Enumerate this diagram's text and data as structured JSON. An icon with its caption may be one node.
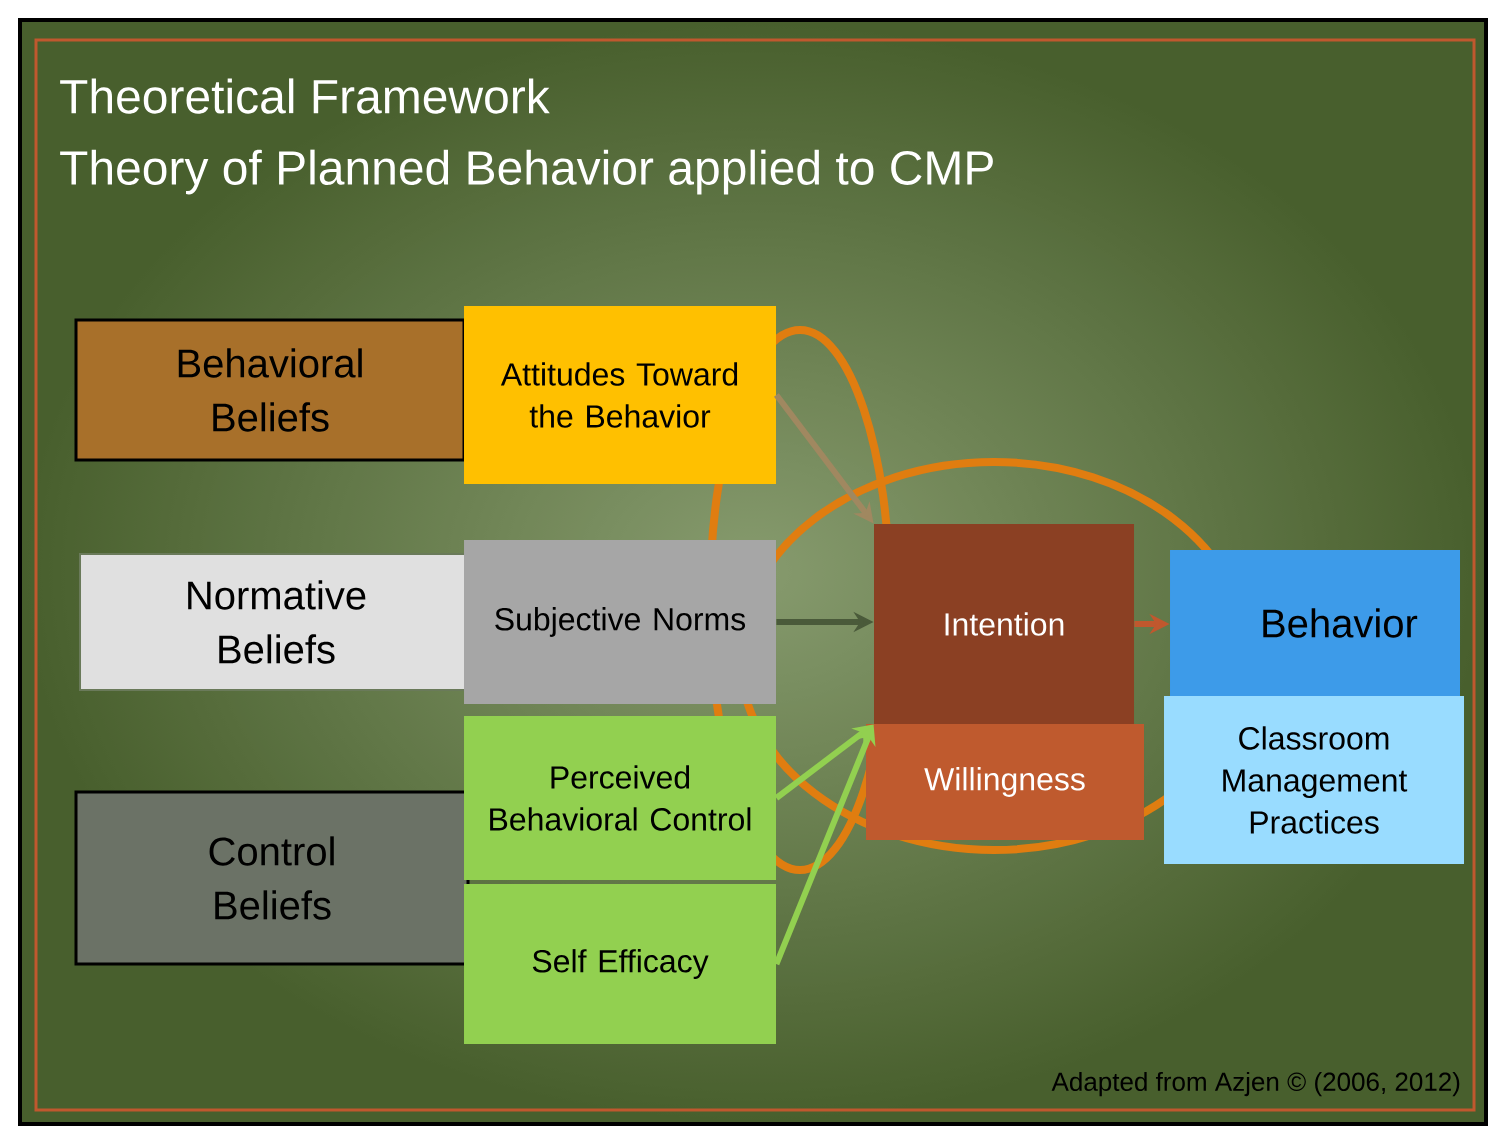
{
  "diagram": {
    "title": "Theoretical Framework",
    "nodes": [
      {
        "text": [
          "Behavioral Beliefs"
        ]
      },
      {
        "text": [
          "Attitudes Toward the Behavior"
        ]
      },
      {
        "text": [
          "Normative Beliefs"
        ]
      },
      {
        "text": [
          "Subjective Norms"
        ]
      },
      {
        "text": [
          "Control Beliefs"
        ]
      },
      {
        "text": [
          "Perceived Behavioral Control"
        ]
      },
      {
        "text": [
          "Self Efficacy"
        ]
      },
      {
        "text": [
          "Intention"
        ]
      },
      {
        "text": [
          "Willingness"
        ]
      },
      {
        "text": [
          "Behavior"
        ]
      },
      {
        "text": [
          "Classroom Management Practices"
        ]
      }
    ],
    "edges": [
      {
        "from": 1,
        "to": 7,
        "arrow": "to",
        "color": "#a08860"
      },
      {
        "from": 3,
        "to": 7,
        "arrow": "to",
        "color": "#4a5a3a"
      },
      {
        "from": 5,
        "to": 7,
        "arrow": "to",
        "color": "#92d050"
      },
      {
        "from": 6,
        "to": 7,
        "arrow": "to",
        "color": "#92d050"
      },
      {
        "from": 7,
        "to": 9,
        "arrow": "to",
        "color": "#c0582e"
      }
    ],
    "labels": [
      "Theory of Planned Behavior applied to CMP",
      "Adapted from Azjen © (2006, 2012)"
    ]
  }
}
